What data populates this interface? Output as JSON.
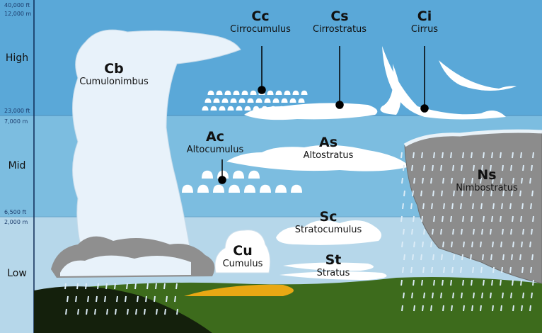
{
  "axis": {
    "bands": [
      {
        "label": "High",
        "top_ft": "40,000 ft",
        "top_m": "12,000 m"
      },
      {
        "label": "Mid",
        "top_ft": "23,000 ft",
        "top_m": "7,000 m"
      },
      {
        "label": "Low",
        "top_ft": "6,500 ft",
        "top_m": "2,000 m"
      }
    ]
  },
  "clouds": [
    {
      "abbr": "Cb",
      "name": "Cumulonimbus"
    },
    {
      "abbr": "Cc",
      "name": "Cirrocumulus"
    },
    {
      "abbr": "Cs",
      "name": "Cirrostratus"
    },
    {
      "abbr": "Ci",
      "name": "Cirrus"
    },
    {
      "abbr": "Ac",
      "name": "Altocumulus"
    },
    {
      "abbr": "As",
      "name": "Altostratus"
    },
    {
      "abbr": "Ns",
      "name": "Nimbostratus"
    },
    {
      "abbr": "Sc",
      "name": "Stratocumulus"
    },
    {
      "abbr": "Cu",
      "name": "Cumulus"
    },
    {
      "abbr": "St",
      "name": "Stratus"
    }
  ],
  "colors": {
    "high": "#5aa8d8",
    "mid": "#7cbde0",
    "low": "#b6d7ea",
    "ground": "#3d6b1c",
    "cloud": "#ffffff",
    "rain_cloud": "#8c8c8c"
  }
}
